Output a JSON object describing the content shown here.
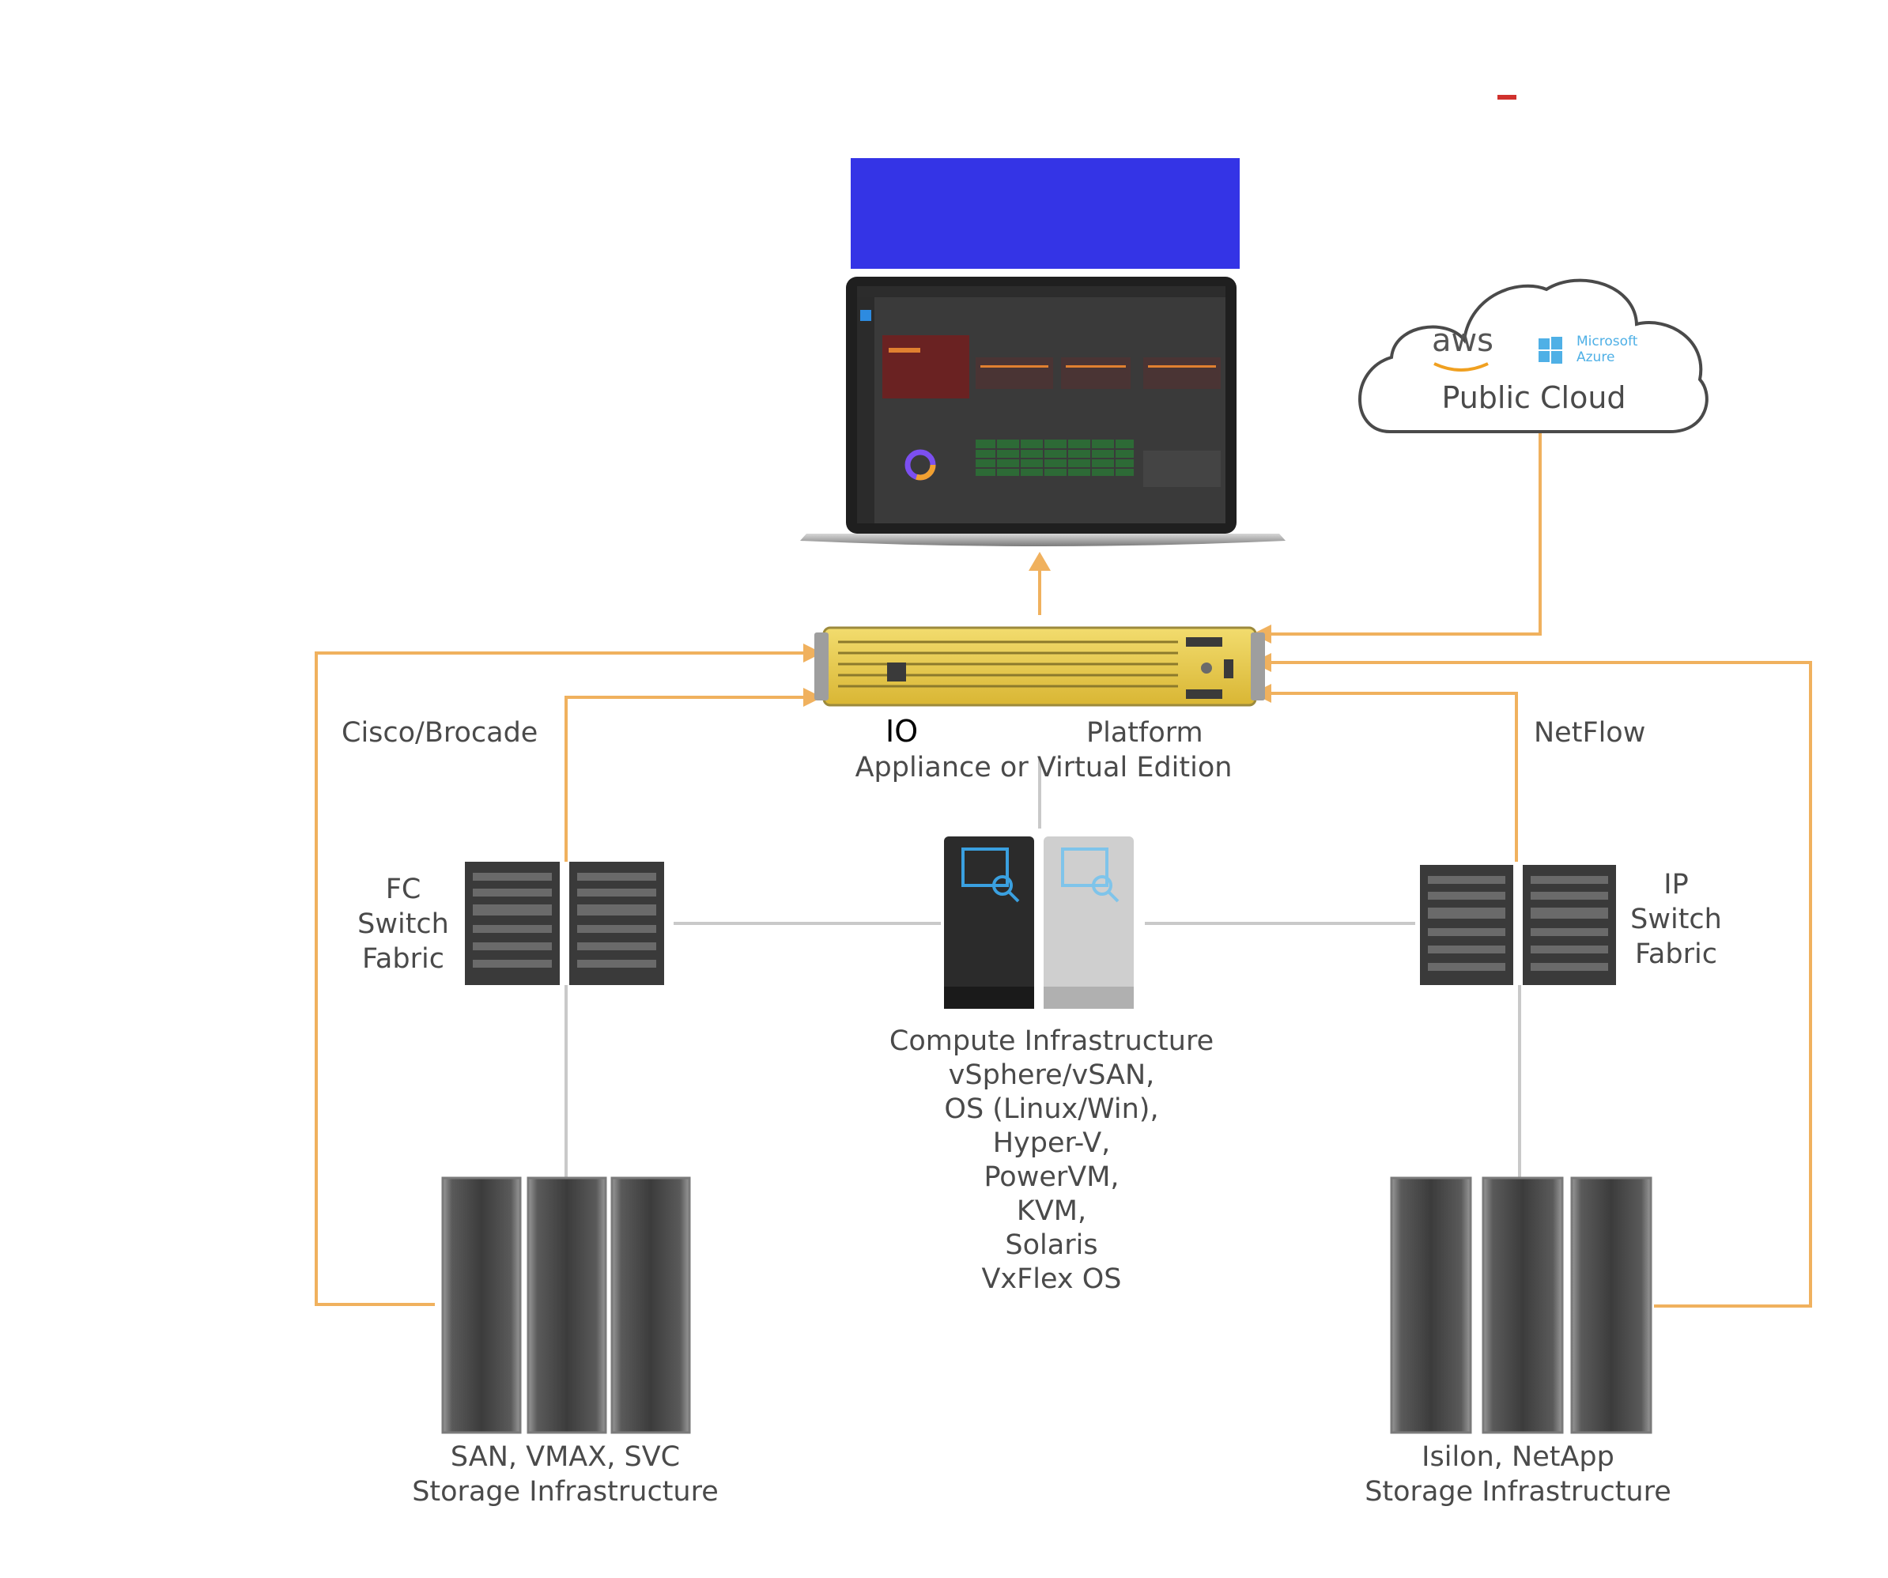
{
  "cloud": {
    "title": "Public Cloud",
    "aws_label": "aws",
    "azure_label": "Microsoft Azure"
  },
  "appliance": {
    "label_fragment": "IO",
    "label_line1_suffix": "Platform",
    "label_line2": "Appliance or Virtual Edition"
  },
  "labels": {
    "cisco_brocade": "Cisco/Brocade",
    "netflow": "NetFlow",
    "fc_fabric": [
      "FC",
      "Switch",
      "Fabric"
    ],
    "ip_fabric": [
      "IP",
      "Switch",
      "Fabric"
    ],
    "compute": [
      "Compute Infrastructure",
      "vSphere/vSAN,",
      "OS (Linux/Win),",
      "Hyper-V,",
      "PowerVM,",
      "KVM,",
      "Solaris",
      "VxFlex OS"
    ],
    "san_storage": [
      "SAN, VMAX, SVC",
      "Storage Infrastructure"
    ],
    "nas_storage": [
      "Isilon, NetApp",
      "Storage Infrastructure"
    ]
  },
  "colors": {
    "flow_arrow": "#F0B15E",
    "connector": "#C9C9C9",
    "appliance_yellow": "#E6C84A",
    "banner_blue": "#3434E6",
    "red_mark": "#D0312D",
    "label_text": "#4a4a4a"
  }
}
